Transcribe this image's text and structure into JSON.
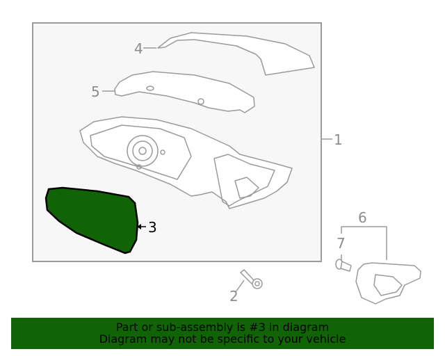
{
  "diagram": {
    "highlight_color": "#116406",
    "line_color": "#9a9a9a",
    "callouts": [
      {
        "id": "1",
        "label": "1",
        "part": "mirror-assembly"
      },
      {
        "id": "2",
        "label": "2",
        "part": "bolt"
      },
      {
        "id": "3",
        "label": "3",
        "part": "mirror-glass",
        "highlighted": true
      },
      {
        "id": "4",
        "label": "4",
        "part": "mirror-cover-cap"
      },
      {
        "id": "5",
        "label": "5",
        "part": "turn-signal-lamp"
      },
      {
        "id": "6",
        "label": "6",
        "part": "mirror-base-cover"
      },
      {
        "id": "7",
        "label": "7",
        "part": "screw"
      }
    ]
  },
  "banner": {
    "line1": "Part or sub-assembly is #3 in diagram",
    "line2": "Diagram may not be specific to your vehicle"
  }
}
